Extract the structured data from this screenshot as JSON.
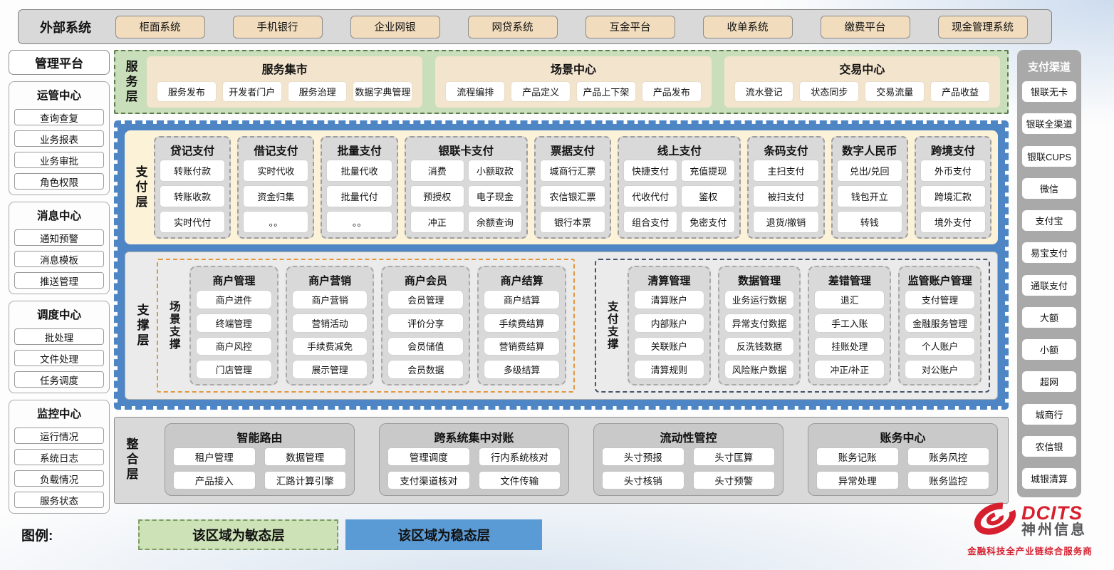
{
  "external_systems": {
    "label": "外部系统",
    "items": [
      "柜面系统",
      "手机银行",
      "企业网银",
      "网贷系统",
      "互金平台",
      "收单系统",
      "缴费平台",
      "现金管理系统"
    ]
  },
  "management_platform": {
    "title": "管理平台",
    "groups": [
      {
        "title": "运管中心",
        "items": [
          "查询查复",
          "业务报表",
          "业务审批",
          "角色权限"
        ]
      },
      {
        "title": "消息中心",
        "items": [
          "通知预警",
          "消息模板",
          "推送管理"
        ]
      },
      {
        "title": "调度中心",
        "items": [
          "批处理",
          "文件处理",
          "任务调度"
        ]
      },
      {
        "title": "监控中心",
        "items": [
          "运行情况",
          "系统日志",
          "负载情况",
          "服务状态"
        ]
      }
    ]
  },
  "service_layer": {
    "label": "服务层",
    "panels": [
      {
        "title": "服务集市",
        "items": [
          "服务发布",
          "开发者门户",
          "服务治理",
          "数据字典管理"
        ]
      },
      {
        "title": "场景中心",
        "items": [
          "流程编排",
          "产品定义",
          "产品上下架",
          "产品发布"
        ]
      },
      {
        "title": "交易中心",
        "items": [
          "流水登记",
          "状态同步",
          "交易流量",
          "产品收益"
        ]
      }
    ]
  },
  "payment_layer": {
    "label": "支付层",
    "columns": [
      {
        "title": "贷记支付",
        "items": [
          "转账付款",
          "转账收款",
          "实时代付"
        ]
      },
      {
        "title": "借记支付",
        "items": [
          "实时代收",
          "资金归集",
          "。。"
        ]
      },
      {
        "title": "批量支付",
        "items": [
          "批量代收",
          "批量代付",
          "。。"
        ]
      },
      {
        "title": "银联卡支付",
        "items": [
          "消费",
          "小额取款",
          "预授权",
          "电子现金",
          "冲正",
          "余额查询"
        ]
      },
      {
        "title": "票据支付",
        "items": [
          "城商行汇票",
          "农信银汇票",
          "银行本票"
        ]
      },
      {
        "title": "线上支付",
        "items": [
          "快捷支付",
          "充值提现",
          "代收代付",
          "鉴权",
          "组合支付",
          "免密支付"
        ]
      },
      {
        "title": "条码支付",
        "items": [
          "主扫支付",
          "被扫支付",
          "退货/撤销"
        ]
      },
      {
        "title": "数字人民币",
        "items": [
          "兑出/兑回",
          "钱包开立",
          "转钱"
        ]
      },
      {
        "title": "跨境支付",
        "items": [
          "外币支付",
          "跨境汇款",
          "境外支付"
        ]
      }
    ]
  },
  "support_layer": {
    "label": "支撑层",
    "scene_support": {
      "label": "场景支撑",
      "columns": [
        {
          "title": "商户管理",
          "items": [
            "商户进件",
            "终端管理",
            "商户风控",
            "门店管理"
          ]
        },
        {
          "title": "商户营销",
          "items": [
            "商户营销",
            "营销活动",
            "手续费减免",
            "展示管理"
          ]
        },
        {
          "title": "商户会员",
          "items": [
            "会员管理",
            "评价分享",
            "会员储值",
            "会员数据"
          ]
        },
        {
          "title": "商户结算",
          "items": [
            "商户结算",
            "手续费结算",
            "营销费结算",
            "多级结算"
          ]
        }
      ]
    },
    "payment_support": {
      "label": "支付支撑",
      "columns": [
        {
          "title": "清算管理",
          "items": [
            "清算账户",
            "内部账户",
            "关联账户",
            "清算规则"
          ]
        },
        {
          "title": "数据管理",
          "items": [
            "业务运行数据",
            "异常支付数据",
            "反洗钱数据",
            "风险账户数据"
          ]
        },
        {
          "title": "差错管理",
          "items": [
            "退汇",
            "手工入账",
            "挂账处理",
            "冲正/补正"
          ]
        },
        {
          "title": "监管账户管理",
          "items": [
            "支付管理",
            "金融服务管理",
            "个人账户",
            "对公账户"
          ]
        }
      ]
    }
  },
  "integration_layer": {
    "label": "整合层",
    "panels": [
      {
        "title": "智能路由",
        "items": [
          "租户管理",
          "数据管理",
          "产品接入",
          "汇路计算引擎"
        ]
      },
      {
        "title": "跨系统集中对账",
        "items": [
          "管理调度",
          "行内系统核对",
          "支付渠道核对",
          "文件传输"
        ]
      },
      {
        "title": "流动性管控",
        "items": [
          "头寸预报",
          "头寸匡算",
          "头寸核销",
          "头寸预警"
        ]
      },
      {
        "title": "账务中心",
        "items": [
          "账务记账",
          "账务风控",
          "异常处理",
          "账务监控"
        ]
      }
    ]
  },
  "payment_channels": {
    "title": "支付渠道",
    "items": [
      "银联无卡",
      "银联全渠道",
      "银联CUPS",
      "微信",
      "支付宝",
      "易宝支付",
      "通联支付",
      "大额",
      "小额",
      "超网",
      "城商行",
      "农信银",
      "城银清算"
    ]
  },
  "legend": {
    "label": "图例:",
    "agile": "该区域为敏态层",
    "stable": "该区域为稳态层"
  },
  "logo": {
    "brand": "DCITS",
    "company": "神州信息",
    "tagline": "金融科技全产业链综合服务商"
  },
  "colors": {
    "agile_green_bg": "#c9deba",
    "agile_green_border": "#5e7b4d",
    "stable_blue": "#4d85c5",
    "payment_band_yellow": "#fbf2d7",
    "panel_tan": "#f3e4cd",
    "button_tan": "#f1dcbd",
    "column_gray": "#d9d9d9",
    "channel_sidebar_gray": "#a9a9a9",
    "scene_support_border_orange": "#e2973f",
    "payment_support_border_slate": "#44546a",
    "legend_stable_blue": "#5b9bd5",
    "brand_red": "#d6202f"
  }
}
